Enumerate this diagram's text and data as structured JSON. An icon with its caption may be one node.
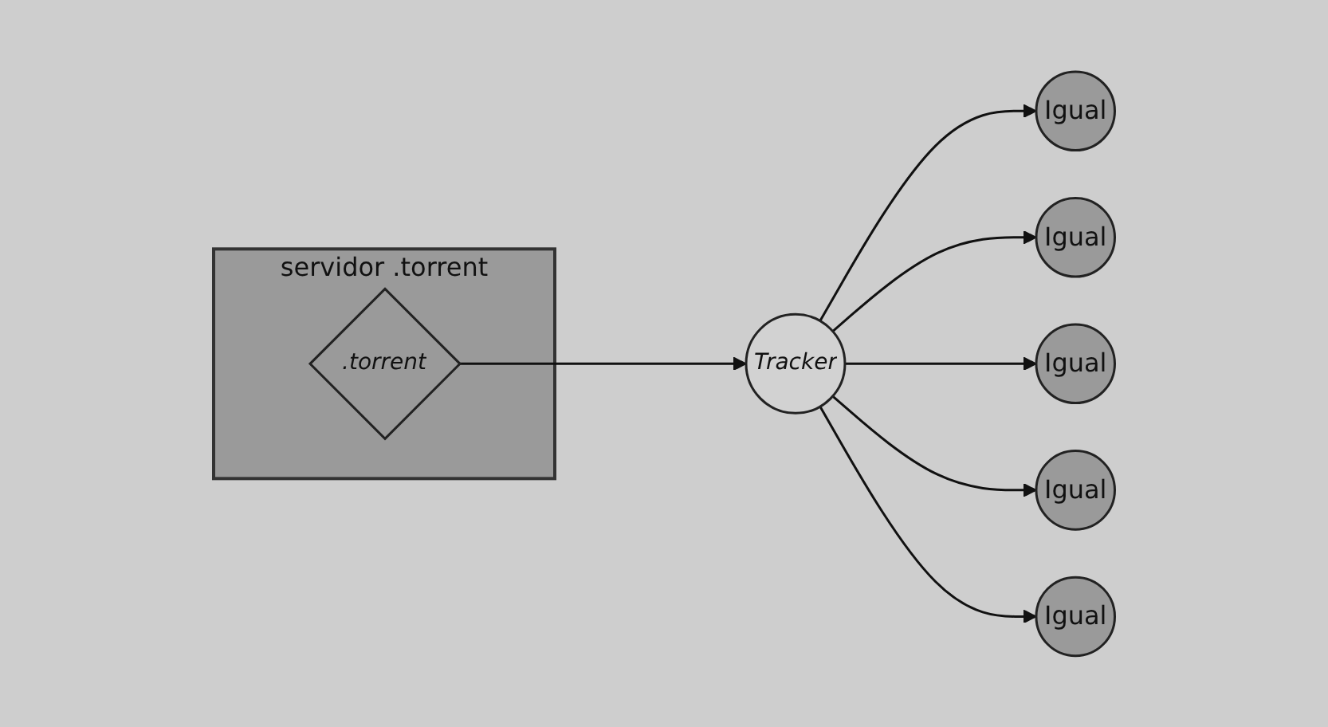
{
  "diagram": {
    "nodes": [
      {
        "text": [
          "servidor .torrent"
        ]
      },
      {
        "text": [
          ".torrent"
        ],
        "in": 0
      },
      {
        "text": [
          "Tracker"
        ]
      },
      {
        "text": [
          "Igual"
        ]
      },
      {
        "text": [
          "Igual"
        ]
      },
      {
        "text": [
          "Igual"
        ]
      },
      {
        "text": [
          "Igual"
        ]
      },
      {
        "text": [
          "Igual"
        ]
      }
    ],
    "edges": [
      {
        "from": 1,
        "to": 2,
        "arrow": "to"
      },
      {
        "from": 2,
        "to": 3,
        "arrow": "to"
      },
      {
        "from": 2,
        "to": 4,
        "arrow": "to"
      },
      {
        "from": 2,
        "to": 5,
        "arrow": "to"
      },
      {
        "from": 2,
        "to": 6,
        "arrow": "to"
      },
      {
        "from": 2,
        "to": 7,
        "arrow": "to"
      }
    ]
  }
}
